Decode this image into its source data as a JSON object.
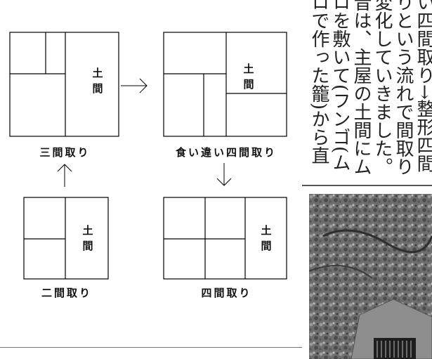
{
  "diagram": {
    "doma_label": "土\n間",
    "plans": [
      {
        "id": "sangen",
        "caption": "三間取り"
      },
      {
        "id": "kuichigai",
        "caption": "食い違い四間取り"
      },
      {
        "id": "nigen",
        "caption": "二間取り"
      },
      {
        "id": "yongen",
        "caption": "四間取り"
      }
    ]
  },
  "article": {
    "lines": [
      "い四間取り→整形四間",
      "りという流れで間取り",
      "変化していきました。",
      "昔は、主屋の土間にム",
      "ロを敷いて(フンゴ(ム",
      "ロで作った籠)から直"
    ]
  },
  "photo": {
    "description_icon": "stone-monument-photo"
  }
}
